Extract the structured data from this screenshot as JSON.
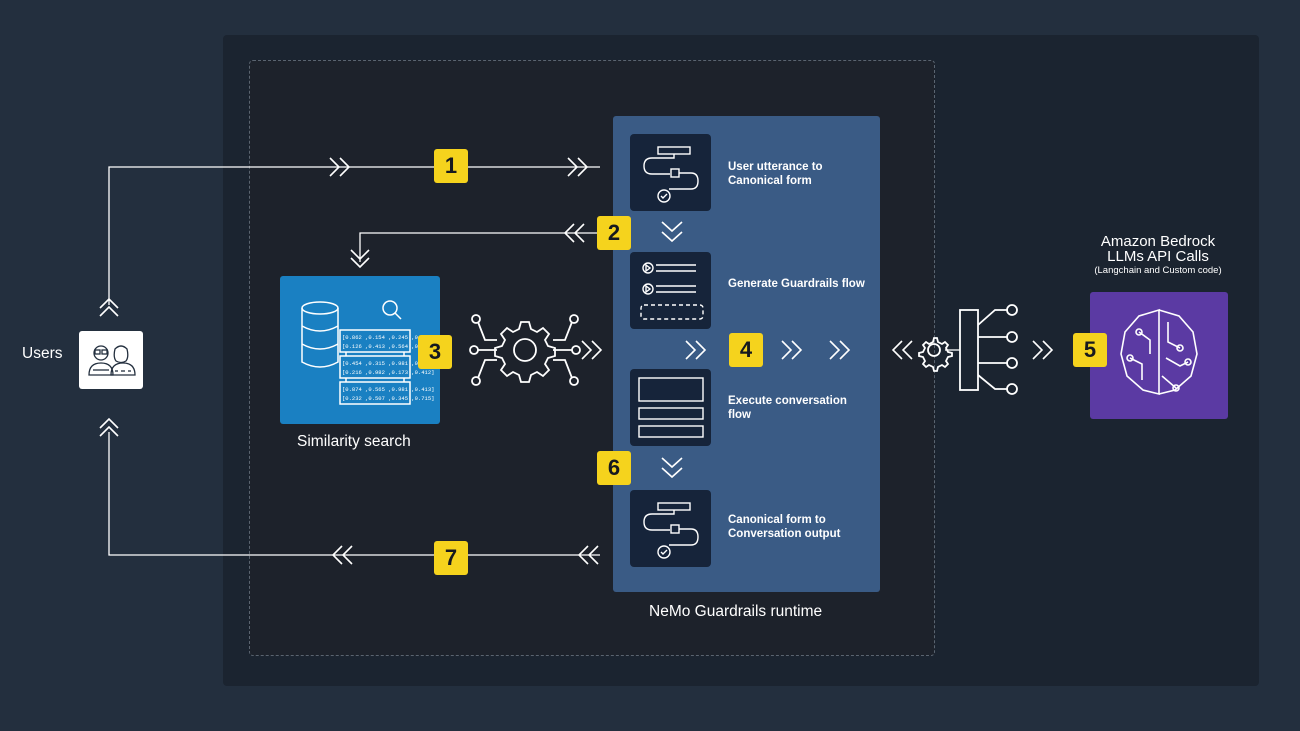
{
  "users": {
    "label": "Users"
  },
  "similarity": {
    "label": "Similarity search",
    "vectors": [
      "[0.862 ,0.154 ,0.245 ,0.921]",
      "[0.126 ,0.413 ,0.564 ,0.235]",
      "[0.454 ,0.315 ,0.981 ,0.473]",
      "[0.216 ,0.982 ,0.173 ,0.412]",
      "[0.874 ,0.565 ,0.981 ,0.413]",
      "[0.232 ,0.507 ,0.345 ,0.715]"
    ]
  },
  "runtime": {
    "label": "NeMo Guardrails runtime",
    "stages": [
      {
        "title": "User utterance to Canonical form",
        "icon": "flow-icon"
      },
      {
        "title": "Generate Guardrails flow",
        "icon": "list-icon"
      },
      {
        "title": "Execute conversation flow",
        "icon": "blocks-icon"
      },
      {
        "title": "Canonical form to Conversation output",
        "icon": "flow-icon"
      }
    ]
  },
  "bedrock": {
    "title_line1": "Amazon Bedrock",
    "title_line2": "LLMs API Calls",
    "subtitle": "(Langchain and Custom code)"
  },
  "badges": [
    "1",
    "2",
    "3",
    "4",
    "5",
    "6",
    "7"
  ],
  "colors": {
    "background": "#232f3e",
    "runtime_panel": "#3a5b85",
    "badge": "#f5d31d",
    "similarity_box": "#1a80c2",
    "bedrock_box": "#5b3aa3"
  }
}
